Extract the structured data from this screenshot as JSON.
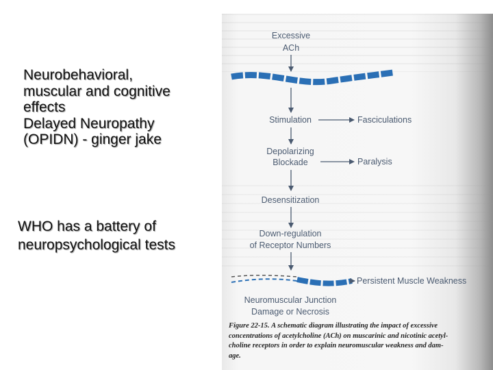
{
  "left_text": {
    "block1": [
      "Neurobehavioral,",
      "muscular and cognitive",
      "effects",
      "Delayed Neuropathy",
      "(OPIDN) - ginger jake"
    ],
    "block2": [
      "WHO has a battery of",
      "neuropsychological tests"
    ]
  },
  "diagram": {
    "top_label": [
      "Excessive",
      "ACh"
    ],
    "steps": [
      {
        "left": [
          "Stimulation"
        ],
        "right": "Fasciculations"
      },
      {
        "left": [
          "Depolarizing",
          "Blockade"
        ],
        "right": "Paralysis"
      },
      {
        "left": [
          "Desensitization"
        ],
        "right": ""
      },
      {
        "left": [
          "Down-regulation",
          "of Receptor Numbers"
        ],
        "right": ""
      },
      {
        "left": [],
        "right": "Persistent Muscle Weakness"
      },
      {
        "left": [
          "Neuromuscular Junction",
          "Damage or Necrosis"
        ],
        "right": ""
      }
    ],
    "colors": {
      "membrane": "#2a6fb5",
      "arrow": "#4a5a70",
      "label": "#4a5a70"
    }
  },
  "caption": {
    "figure": "Figure 22-15.",
    "lines": [
      "A schematic diagram illustrating the impact of excessive",
      "concentrations of acetylcholine (ACh) on muscarinic and nicotinic acetyl-",
      "choline receptors in order to explain neuromuscular weakness and dam-",
      "age."
    ]
  }
}
